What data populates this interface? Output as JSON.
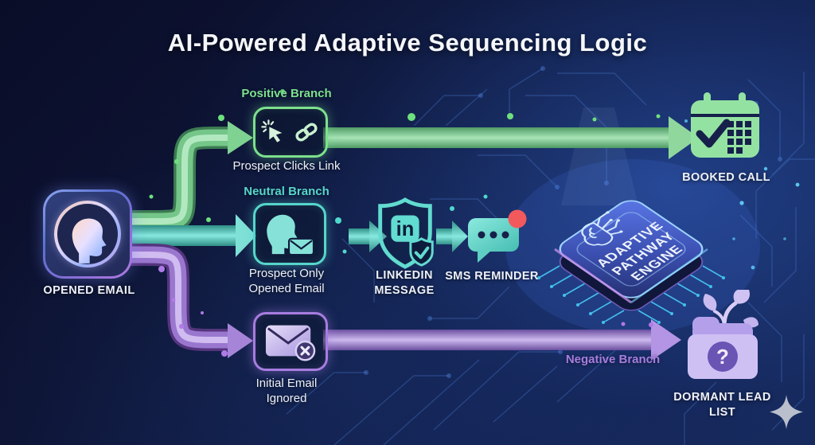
{
  "title": "AI-Powered Adaptive Sequencing Logic",
  "source": {
    "label": "OPENED EMAIL"
  },
  "branches": {
    "positive": {
      "label": "Positive Branch",
      "step": "Prospect Clicks Link",
      "outcome": "BOOKED CALL"
    },
    "neutral": {
      "label": "Neutral Branch",
      "step_line1": "Prospect Only",
      "step_line2": "Opened Email",
      "linkedin_line1": "LINKEDIN",
      "linkedin_line2": "MESSAGE",
      "linkedin_badge": "in",
      "sms": "SMS REMINDER"
    },
    "negative": {
      "label": "Negative Branch",
      "step_line1": "Initial Email",
      "step_line2": "Ignored",
      "outcome_line1": "DORMANT LEAD",
      "outcome_line2": "LIST",
      "folder_glyph": "?"
    }
  },
  "engine": {
    "line1": "ADAPTIVE",
    "line2": "PATHWAY",
    "line3": "ENGINE"
  },
  "colors": {
    "positive_green": "#7de08d",
    "neutral_teal": "#56d6cb",
    "negative_purple": "#a77de0",
    "alert_red": "#f2595c",
    "engine_blue": "#5b78e8",
    "circuit_blue": "#4d7fd6",
    "text_white": "#f5f7fb"
  }
}
